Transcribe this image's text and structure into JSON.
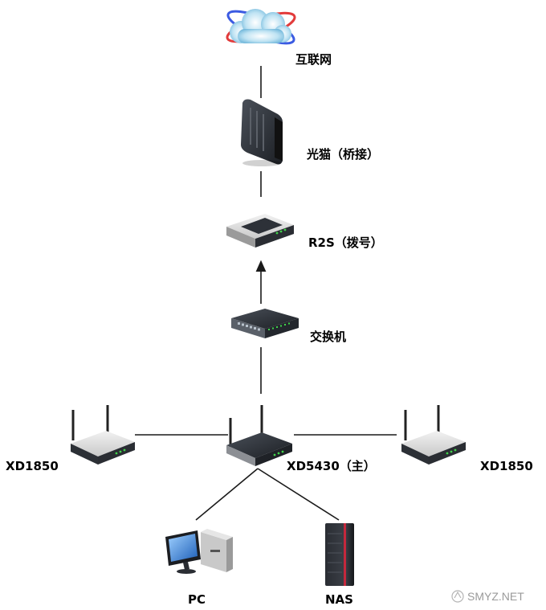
{
  "nodes": {
    "internet": "互联网",
    "modem": "光猫（桥接）",
    "r2s": "R2S（拨号）",
    "switch": "交换机",
    "xd5430": "XD5430（主）",
    "xd1850_left": "XD1850",
    "xd1850_right": "XD1850",
    "pc": "PC",
    "nas": "NAS"
  },
  "watermark": "SMYZ.NET",
  "colors": {
    "line": "#1a1a1a",
    "device_dark": "#2b2f36",
    "led": "#3fd14a",
    "nas_red": "#c4283c"
  }
}
